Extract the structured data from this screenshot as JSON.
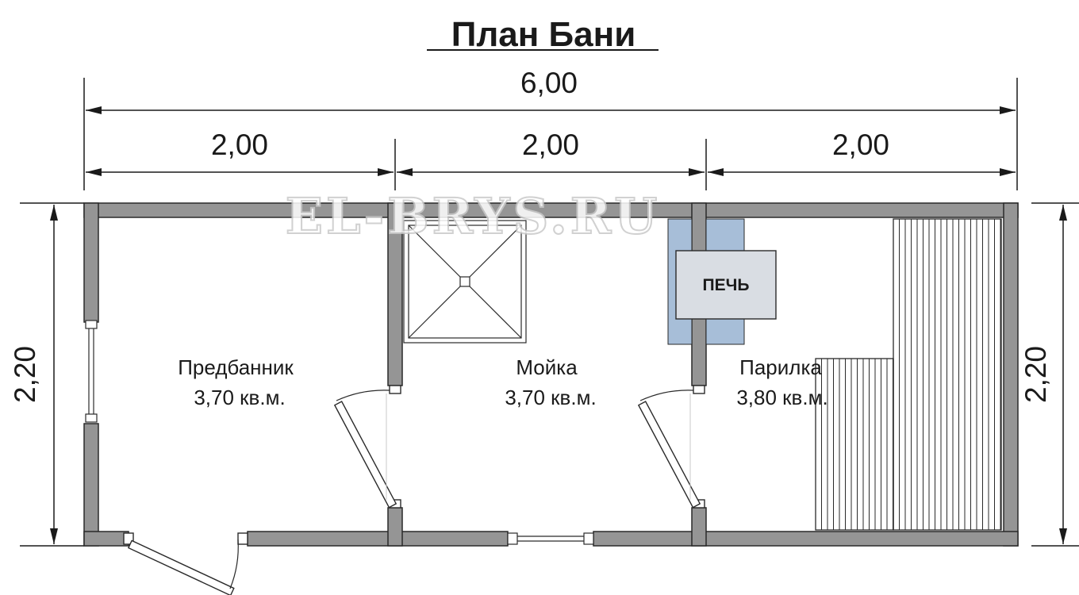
{
  "title": "План Бани",
  "watermark": "EL-BRYS.RU",
  "dimensions": {
    "total_width": "6,00",
    "segment_1": "2,00",
    "segment_2": "2,00",
    "segment_3": "2,00",
    "height_left": "2,20",
    "height_right": "2,20"
  },
  "rooms": [
    {
      "name": "Предбанник",
      "area": "3,70 кв.м."
    },
    {
      "name": "Мойка",
      "area": "3,70 кв.м."
    },
    {
      "name": "Парилка",
      "area": "3,80 кв.м."
    }
  ],
  "stove_label": "ПЕЧЬ",
  "colors": {
    "wall": "#959595",
    "stove_chimney": "#a7bed8",
    "stove": "#d9dde3",
    "line": "#222222"
  }
}
